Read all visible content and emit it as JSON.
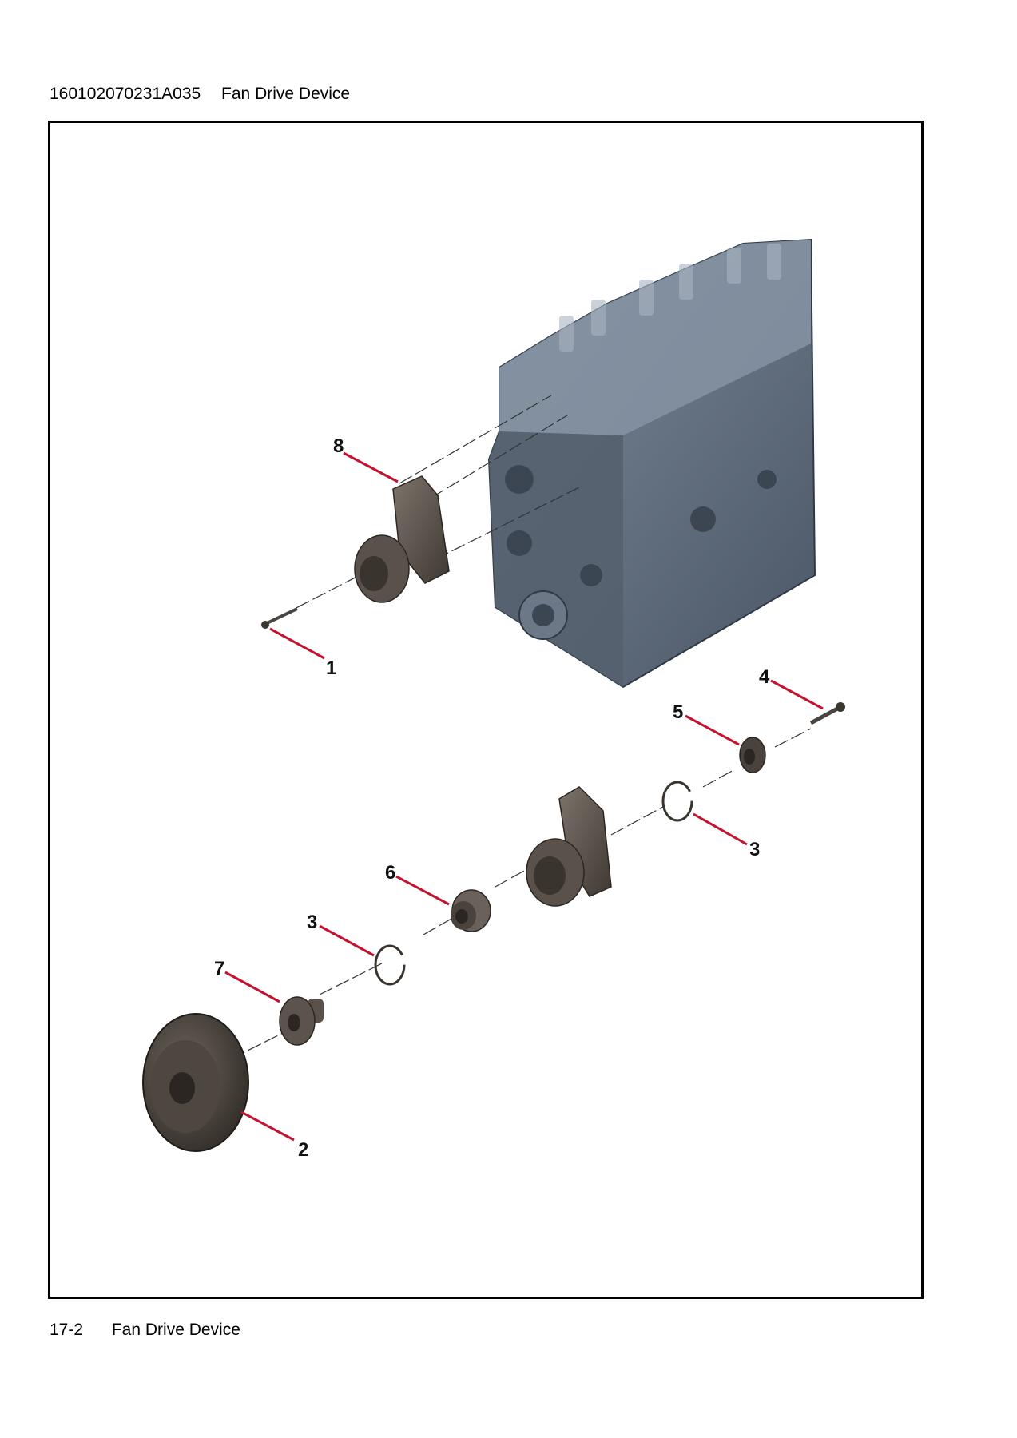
{
  "header": {
    "doc_code": "160102070231A035",
    "title": "Fan Drive Device"
  },
  "footer": {
    "page": "17-2",
    "title": "Fan Drive Device"
  },
  "callouts": [
    "8",
    "1",
    "4",
    "5",
    "3",
    "6",
    "3",
    "7",
    "2"
  ],
  "colors": {
    "leader": "#c4122f",
    "engine": "#5d6b7c",
    "part": "#5c544c",
    "frame": "#000000"
  }
}
